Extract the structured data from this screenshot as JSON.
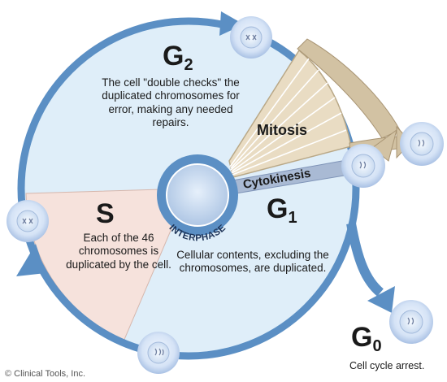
{
  "diagram": {
    "phases": {
      "g2": {
        "letter": "G",
        "sub": "2",
        "text": "The cell \"double checks\" the duplicated chromosomes for error, making any needed repairs."
      },
      "s": {
        "letter": "S",
        "text": "Each of the 46 chromosomes is duplicated by the cell."
      },
      "g1": {
        "letter": "G",
        "sub": "1",
        "text": "Cellular contents, excluding the chromosomes, are duplicated."
      },
      "g0": {
        "letter": "G",
        "sub": "0",
        "text": "Cell cycle arrest."
      }
    },
    "labels": {
      "mitosis": "Mitosis",
      "cytokinesis": "Cytokinesis",
      "interphase": "INTERPHASE"
    },
    "credit": "© Clinical Tools, Inc."
  },
  "colors": {
    "ring": "#5b8fc4",
    "disk": "#dfeef9",
    "s_wedge": "#f6e2dc",
    "mitosis": "#e9dcc3",
    "mitosis_edge": "#b9a887",
    "cytokinesis_band": "#a9bad4",
    "center_ring": "#5b8fc4",
    "cell_fill": "#dbe8f7"
  }
}
